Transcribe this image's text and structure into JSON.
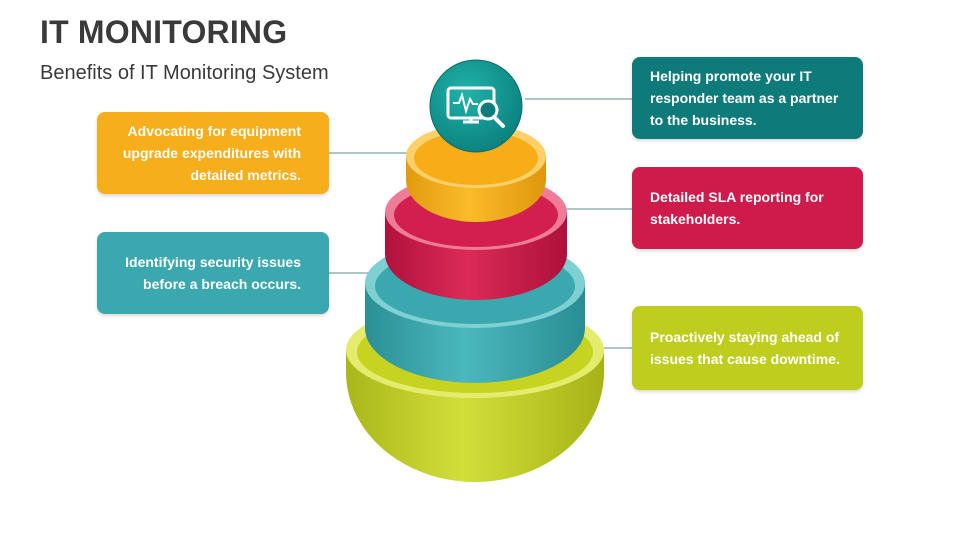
{
  "title": "IT MONITORING",
  "subtitle": "Benefits of IT Monitoring System",
  "icon": "monitor-search-icon",
  "colors": {
    "teal_dark": "#0f7a7a",
    "orange": "#f6ae1a",
    "red": "#cf1b4b",
    "teal": "#3aa8ae",
    "lime": "#bfcd1e",
    "line": "#9bb9bb"
  },
  "callouts": [
    {
      "id": "orange",
      "text": "Advocating for equipment upgrade expenditures with detailed metrics."
    },
    {
      "id": "teal",
      "text": "Identifying security issues before a breach occurs."
    },
    {
      "id": "teal_dark",
      "text": "Helping promote your IT responder team as a partner to the business."
    },
    {
      "id": "red",
      "text": "Detailed SLA reporting for stakeholders."
    },
    {
      "id": "lime",
      "text": "Proactively staying ahead of issues that cause downtime."
    }
  ]
}
